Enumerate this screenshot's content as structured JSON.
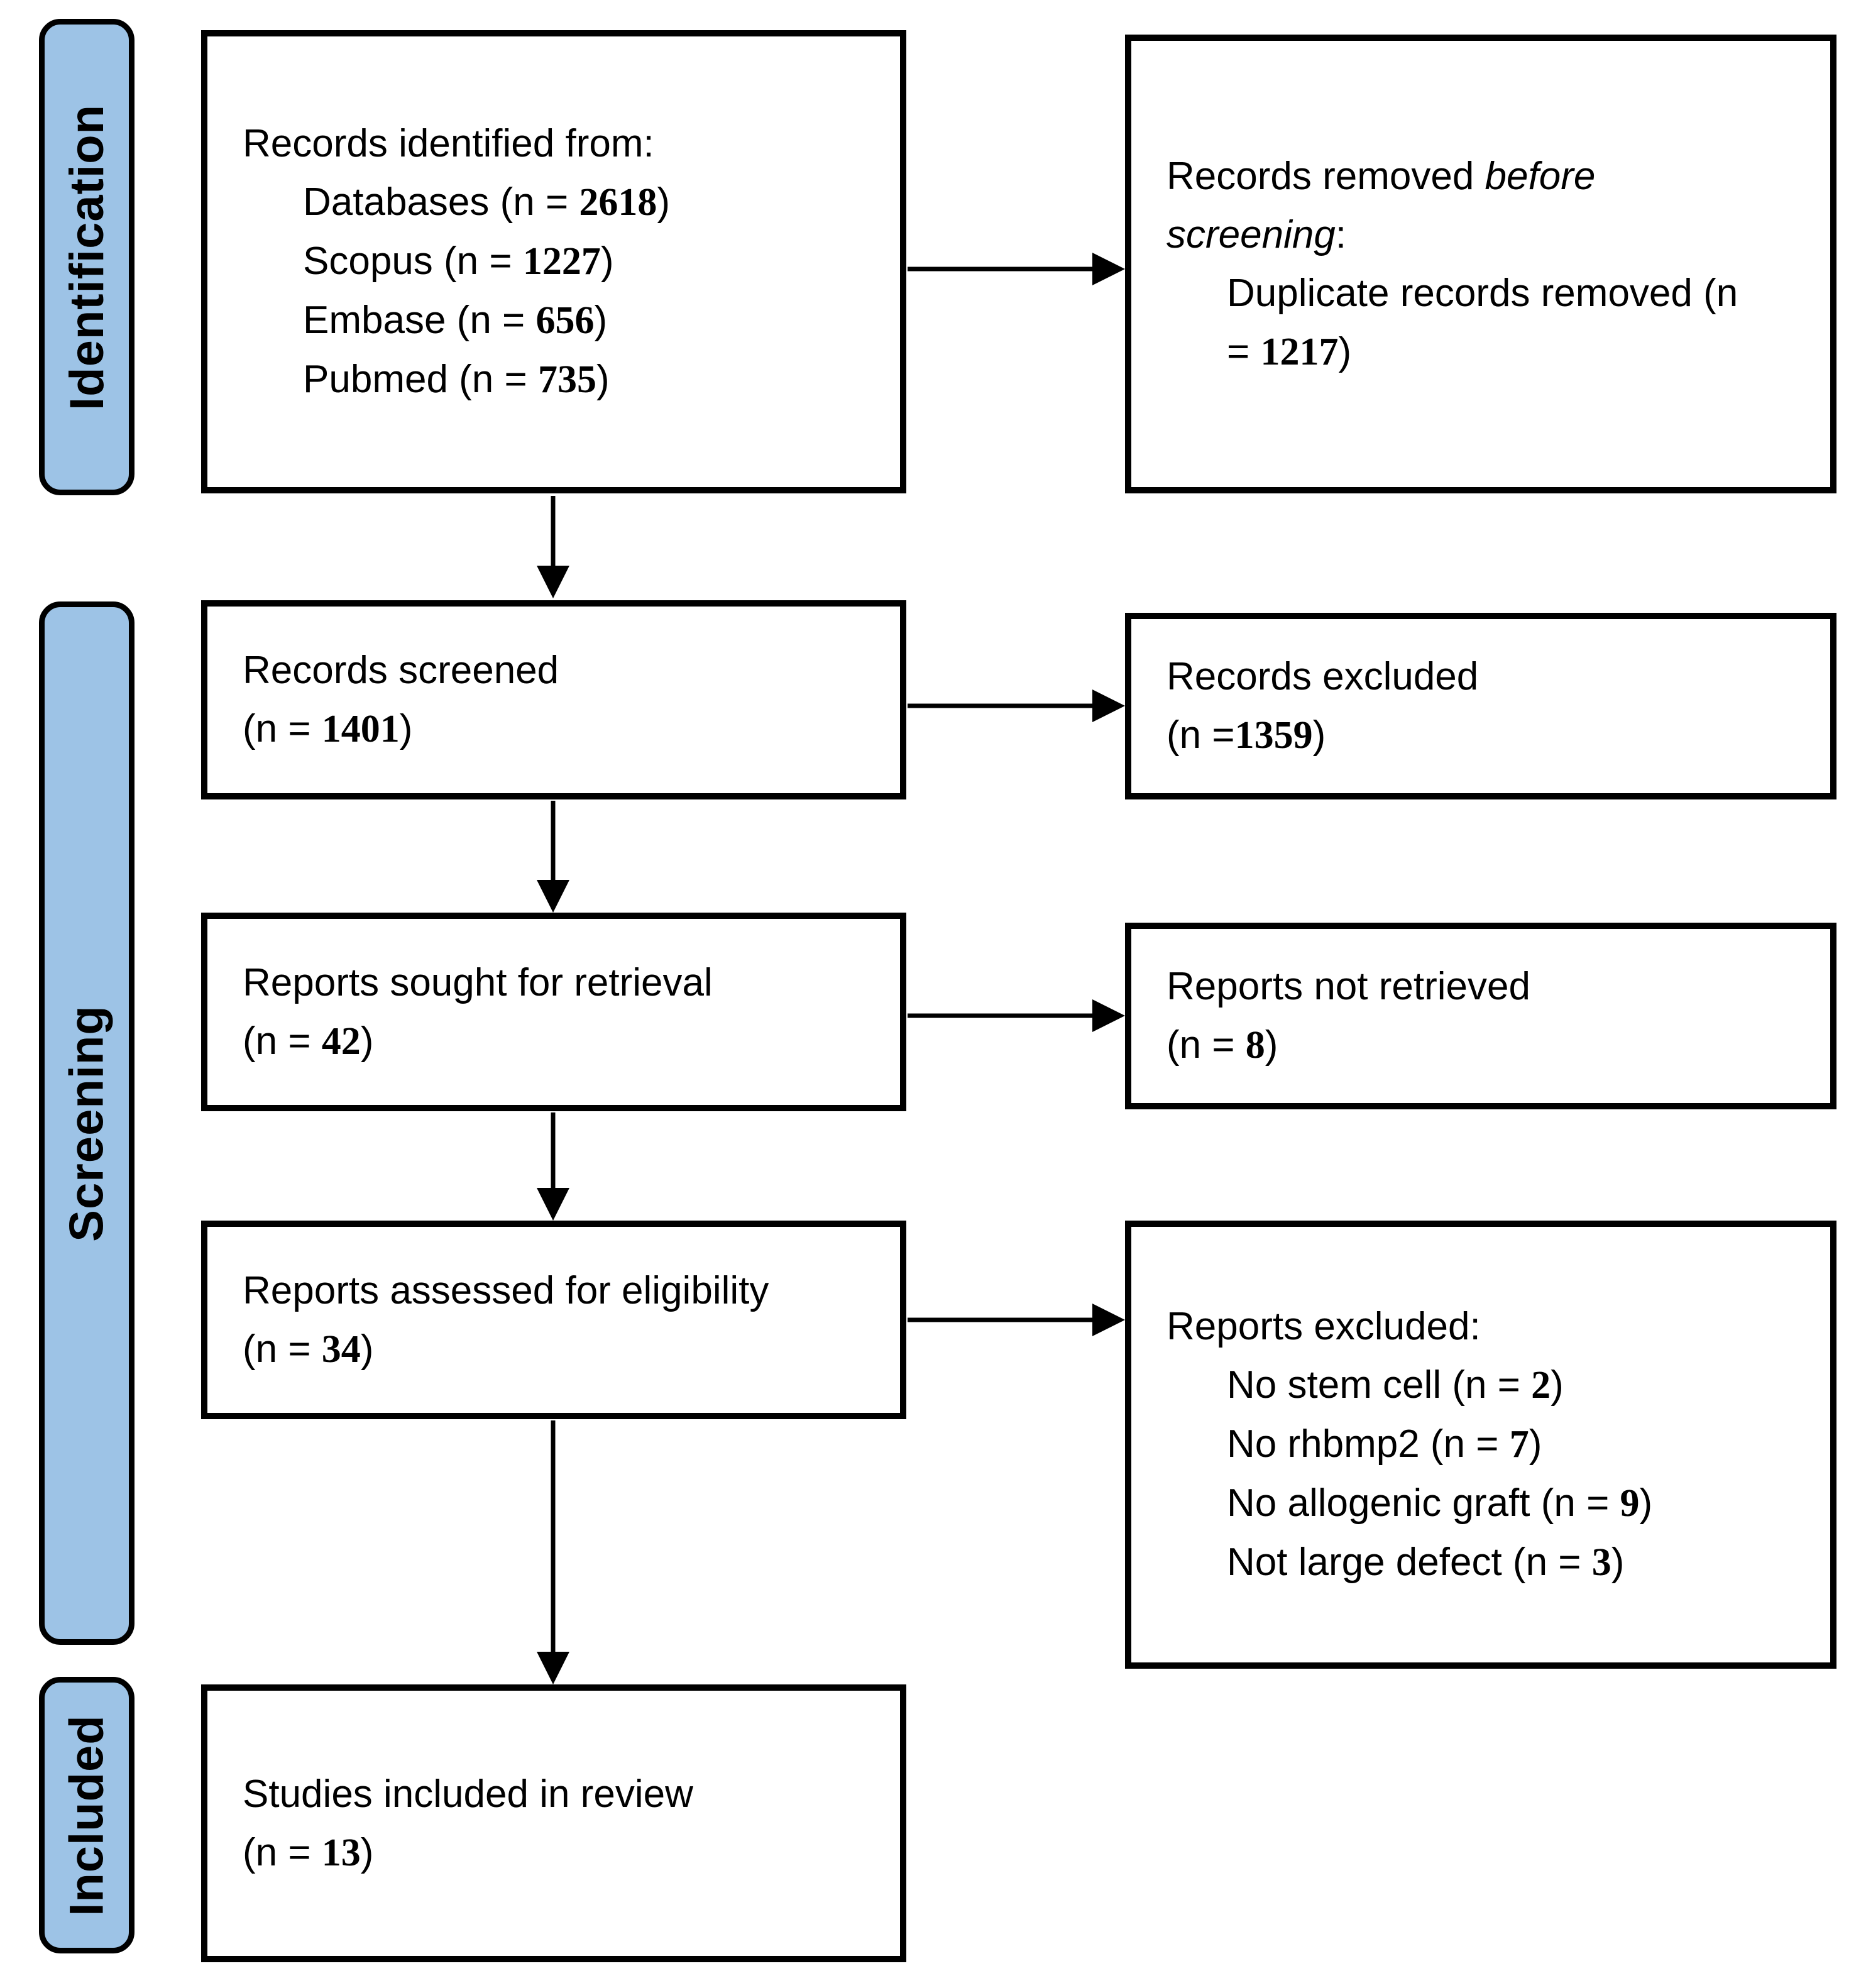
{
  "diagram": {
    "title": "PRISMA flow diagram",
    "background": "#ffffff",
    "stage_fill": "#9DC3E6",
    "stage_border": "#000000",
    "box_border": "#000000",
    "text_color": "#000000"
  },
  "stages": [
    {
      "label": "Identification"
    },
    {
      "label": "Screening"
    },
    {
      "label": "Included"
    }
  ],
  "boxes": {
    "records_identified": {
      "lines": [
        {
          "indent": 0,
          "segments": [
            {
              "t": "Records identified from:"
            }
          ]
        },
        {
          "indent": 1,
          "segments": [
            {
              "t": "Databases (n = "
            },
            {
              "t": "2618",
              "s": "num"
            },
            {
              "t": ")"
            }
          ]
        },
        {
          "indent": 1,
          "segments": [
            {
              "t": "Scopus (n = "
            },
            {
              "t": "1227",
              "s": "num"
            },
            {
              "t": ")"
            }
          ]
        },
        {
          "indent": 1,
          "segments": [
            {
              "t": "Embase (n = "
            },
            {
              "t": "656",
              "s": "num"
            },
            {
              "t": ")"
            }
          ]
        },
        {
          "indent": 1,
          "segments": [
            {
              "t": "Pubmed (n = "
            },
            {
              "t": "735",
              "s": "num"
            },
            {
              "t": ")"
            }
          ]
        }
      ]
    },
    "records_removed": {
      "lines": [
        {
          "indent": 0,
          "segments": [
            {
              "t": "Records removed "
            },
            {
              "t": "before",
              "s": "it"
            }
          ]
        },
        {
          "indent": 0,
          "segments": [
            {
              "t": "screening",
              "s": "it"
            },
            {
              "t": ":"
            }
          ]
        },
        {
          "indent": 1,
          "segments": [
            {
              "t": "Duplicate records removed (n"
            }
          ]
        },
        {
          "indent": 1,
          "segments": [
            {
              "t": "= "
            },
            {
              "t": "1217",
              "s": "num"
            },
            {
              "t": ")"
            }
          ]
        }
      ]
    },
    "records_screened": {
      "lines": [
        {
          "indent": 0,
          "segments": [
            {
              "t": "Records screened"
            }
          ]
        },
        {
          "indent": 0,
          "segments": [
            {
              "t": "(n = "
            },
            {
              "t": "1401",
              "s": "num"
            },
            {
              "t": ")"
            }
          ]
        }
      ]
    },
    "records_excluded": {
      "lines": [
        {
          "indent": 0,
          "segments": [
            {
              "t": "Records excluded"
            }
          ]
        },
        {
          "indent": 0,
          "segments": [
            {
              "t": "(n ="
            },
            {
              "t": "1359",
              "s": "num"
            },
            {
              "t": ")"
            }
          ]
        }
      ]
    },
    "reports_sought": {
      "lines": [
        {
          "indent": 0,
          "segments": [
            {
              "t": "Reports sought for retrieval"
            }
          ]
        },
        {
          "indent": 0,
          "segments": [
            {
              "t": "(n = "
            },
            {
              "t": "42",
              "s": "num"
            },
            {
              "t": ")"
            }
          ]
        }
      ]
    },
    "reports_not_retrieved": {
      "lines": [
        {
          "indent": 0,
          "segments": [
            {
              "t": "Reports not retrieved"
            }
          ]
        },
        {
          "indent": 0,
          "segments": [
            {
              "t": "(n = "
            },
            {
              "t": "8",
              "s": "num"
            },
            {
              "t": ")"
            }
          ]
        }
      ]
    },
    "reports_assessed": {
      "lines": [
        {
          "indent": 0,
          "segments": [
            {
              "t": "Reports assessed for eligibility"
            }
          ]
        },
        {
          "indent": 0,
          "segments": [
            {
              "t": "(n = "
            },
            {
              "t": "34",
              "s": "num"
            },
            {
              "t": ")"
            }
          ]
        }
      ]
    },
    "reports_excluded": {
      "lines": [
        {
          "indent": 0,
          "segments": [
            {
              "t": "Reports excluded:"
            }
          ]
        },
        {
          "indent": 1,
          "segments": [
            {
              "t": "No stem cell (n = "
            },
            {
              "t": "2",
              "s": "num"
            },
            {
              "t": ")"
            }
          ]
        },
        {
          "indent": 1,
          "segments": [
            {
              "t": "No rhbmp2 (n = "
            },
            {
              "t": "7",
              "s": "num"
            },
            {
              "t": ")"
            }
          ]
        },
        {
          "indent": 1,
          "segments": [
            {
              "t": "No allogenic graft (n = "
            },
            {
              "t": "9",
              "s": "num"
            },
            {
              "t": ")"
            }
          ]
        },
        {
          "indent": 1,
          "segments": [
            {
              "t": "Not large defect (n = "
            },
            {
              "t": "3",
              "s": "num"
            },
            {
              "t": ")"
            }
          ]
        }
      ]
    },
    "studies_included": {
      "lines": [
        {
          "indent": 0,
          "segments": [
            {
              "t": "Studies included in review"
            }
          ]
        },
        {
          "indent": 0,
          "segments": [
            {
              "t": "(n = "
            },
            {
              "t": "13",
              "s": "num"
            },
            {
              "t": ")"
            }
          ]
        }
      ]
    }
  }
}
